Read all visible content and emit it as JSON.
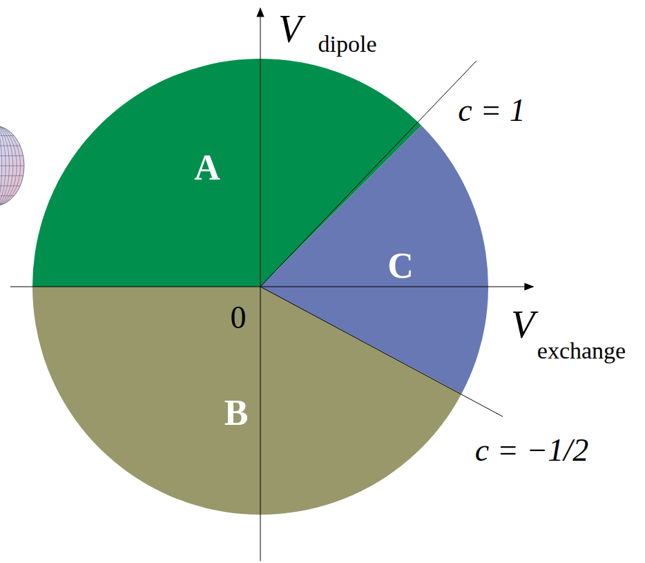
{
  "diagram": {
    "nodes": [
      {
        "text": [
          "A"
        ]
      },
      {
        "text": [
          "B"
        ]
      },
      {
        "text": [
          "C"
        ]
      }
    ],
    "labels": [
      "V",
      "dipole",
      "V",
      "exchange",
      "c = 1",
      "c = −1/2",
      "0"
    ]
  }
}
